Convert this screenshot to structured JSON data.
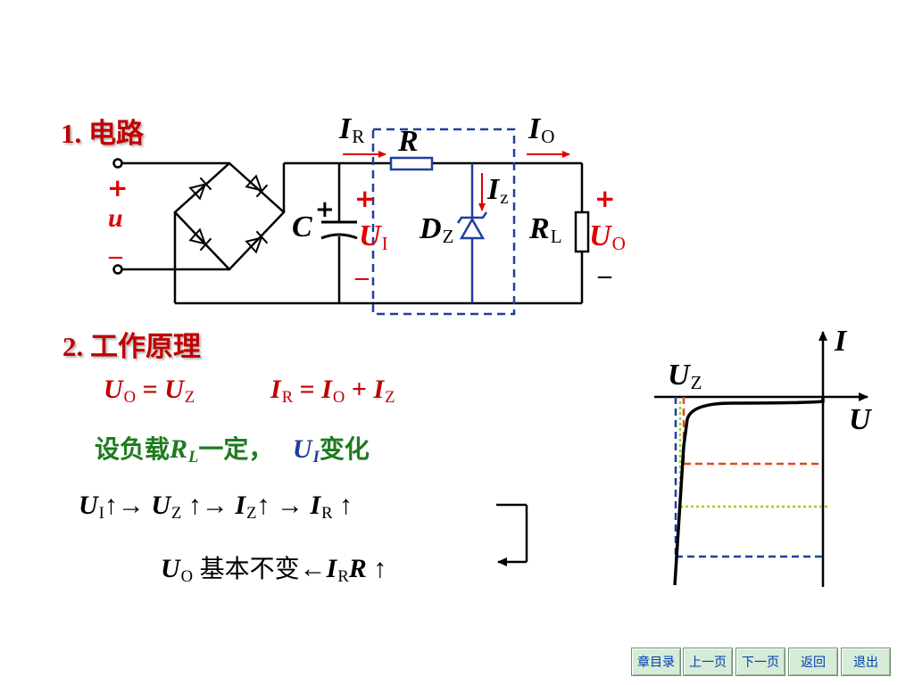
{
  "section1": {
    "num": "1.",
    "title": "电路"
  },
  "section2": {
    "num": "2.",
    "title": "工作原理"
  },
  "circuit": {
    "input_plus": "+",
    "input_minus": "–",
    "input_u": "u",
    "cap": "C",
    "cap_plus": "+",
    "ui_plus": "+",
    "ui_minus": "–",
    "ui_main": "U",
    "ui_sub": "I",
    "ir_main": "I",
    "ir_sub": "R",
    "r": "R",
    "iz_main": "I",
    "iz_sub": "z",
    "dz_main": "D",
    "dz_sub": "Z",
    "io_main": "I",
    "io_sub": "O",
    "rl_main": "R",
    "rl_sub": "L",
    "uo_plus": "+",
    "uo_minus": "–",
    "uo_main": "U",
    "uo_sub": "O"
  },
  "equations": {
    "eq1": {
      "lhs": "U",
      "lhs_sub": "O",
      "op": "=",
      "rhs": "U",
      "rhs_sub": "Z"
    },
    "eq2": {
      "lhs": "I",
      "lhs_sub": "R",
      "op": "=",
      "a": "I",
      "a_sub": "O",
      "plus": "+",
      "b": "I",
      "b_sub": "Z"
    }
  },
  "assumption": {
    "prefix": "设负载",
    "r": "R",
    "r_sub": "L",
    "mid": "一定，",
    "u": "U",
    "u_sub": "I",
    "suffix": "变化"
  },
  "chain": {
    "l1": {
      "ui": "U",
      "ui_sub": "I",
      "a1": "↑→",
      "uz": "U",
      "uz_sub": "Z",
      "a2": "↑→",
      "iz": "I",
      "iz_sub": "Z",
      "a3": "↑ →",
      "ir": "I",
      "ir_sub": "R",
      "a4": "↑"
    },
    "l2": {
      "uo": "U",
      "uo_sub": "O",
      "text": "基本不变",
      "arrow": "←",
      "ir": "I",
      "ir_sub": "R",
      "r": "R",
      "a5": "↑",
      "back": "←"
    }
  },
  "graph": {
    "i_label": "I",
    "u_label": "U",
    "uz_main": "U",
    "uz_sub": "Z"
  },
  "nav": {
    "chapter": "章目录",
    "prev": "上一页",
    "next": "下一页",
    "back": "返回",
    "exit": "退出"
  },
  "colors": {
    "wire": "#000000",
    "accent_red": "#e00000",
    "heading_red": "#c00000",
    "dash_blue": "#1f3f9f",
    "dash_orange": "#e04a1a",
    "dash_green": "#9acd32",
    "text_green": "#1e7b1e"
  }
}
